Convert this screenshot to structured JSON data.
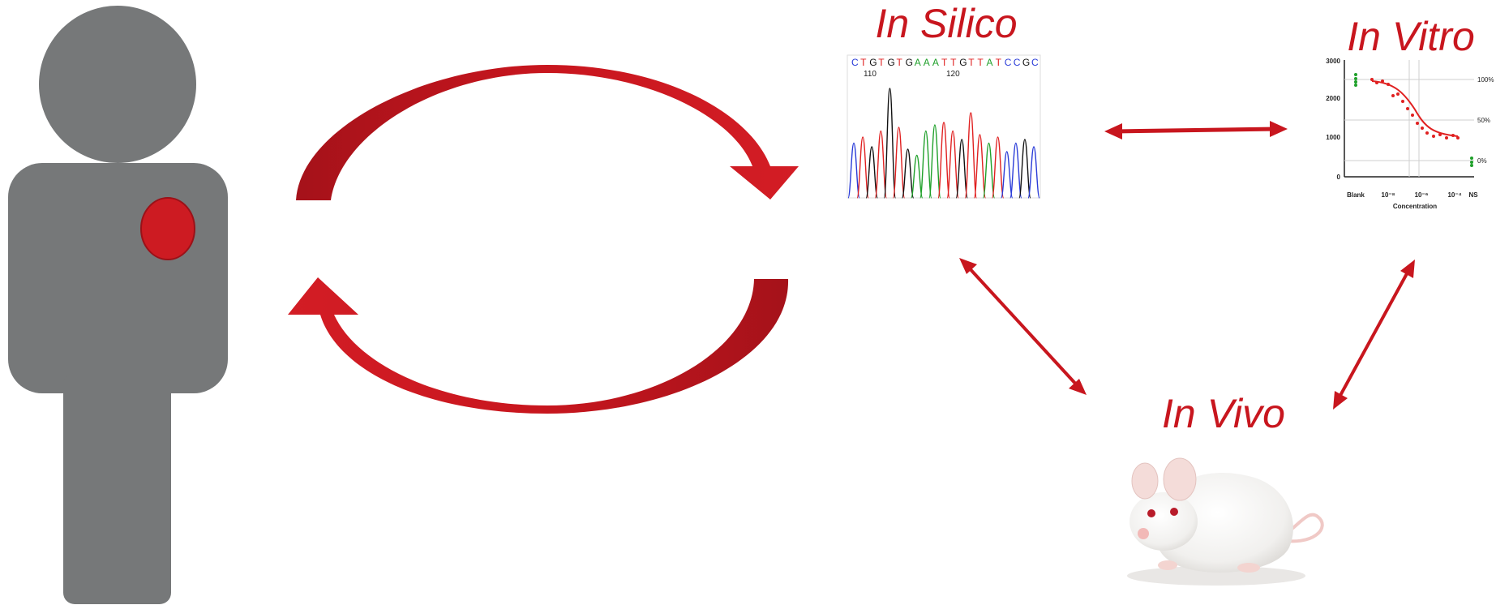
{
  "titles": {
    "in_silico": "In Silico",
    "in_vitro": "In Vitro",
    "in_vivo": "In Vivo"
  },
  "colors": {
    "accent": "#c8161e",
    "accent_dark": "#9b1118",
    "figure_gray": "#767879",
    "trace_black": "#111111",
    "trace_red": "#e02020",
    "trace_green": "#1fa02a",
    "trace_blue": "#2a3cd8"
  },
  "chromatogram": {
    "sequence": "CTGTGTGAAATTGTTATCCGC",
    "position_labels": [
      "110",
      "120"
    ]
  },
  "dose_response": {
    "y_ticks": [
      "3000",
      "2000",
      "1000",
      "0"
    ],
    "right_ticks": [
      "100%",
      "50%",
      "0%"
    ],
    "x_ticks": [
      "Blank",
      "10⁻⁸",
      "10⁻⁶",
      "10⁻⁴",
      "NS"
    ],
    "x_label": "Concentration"
  }
}
